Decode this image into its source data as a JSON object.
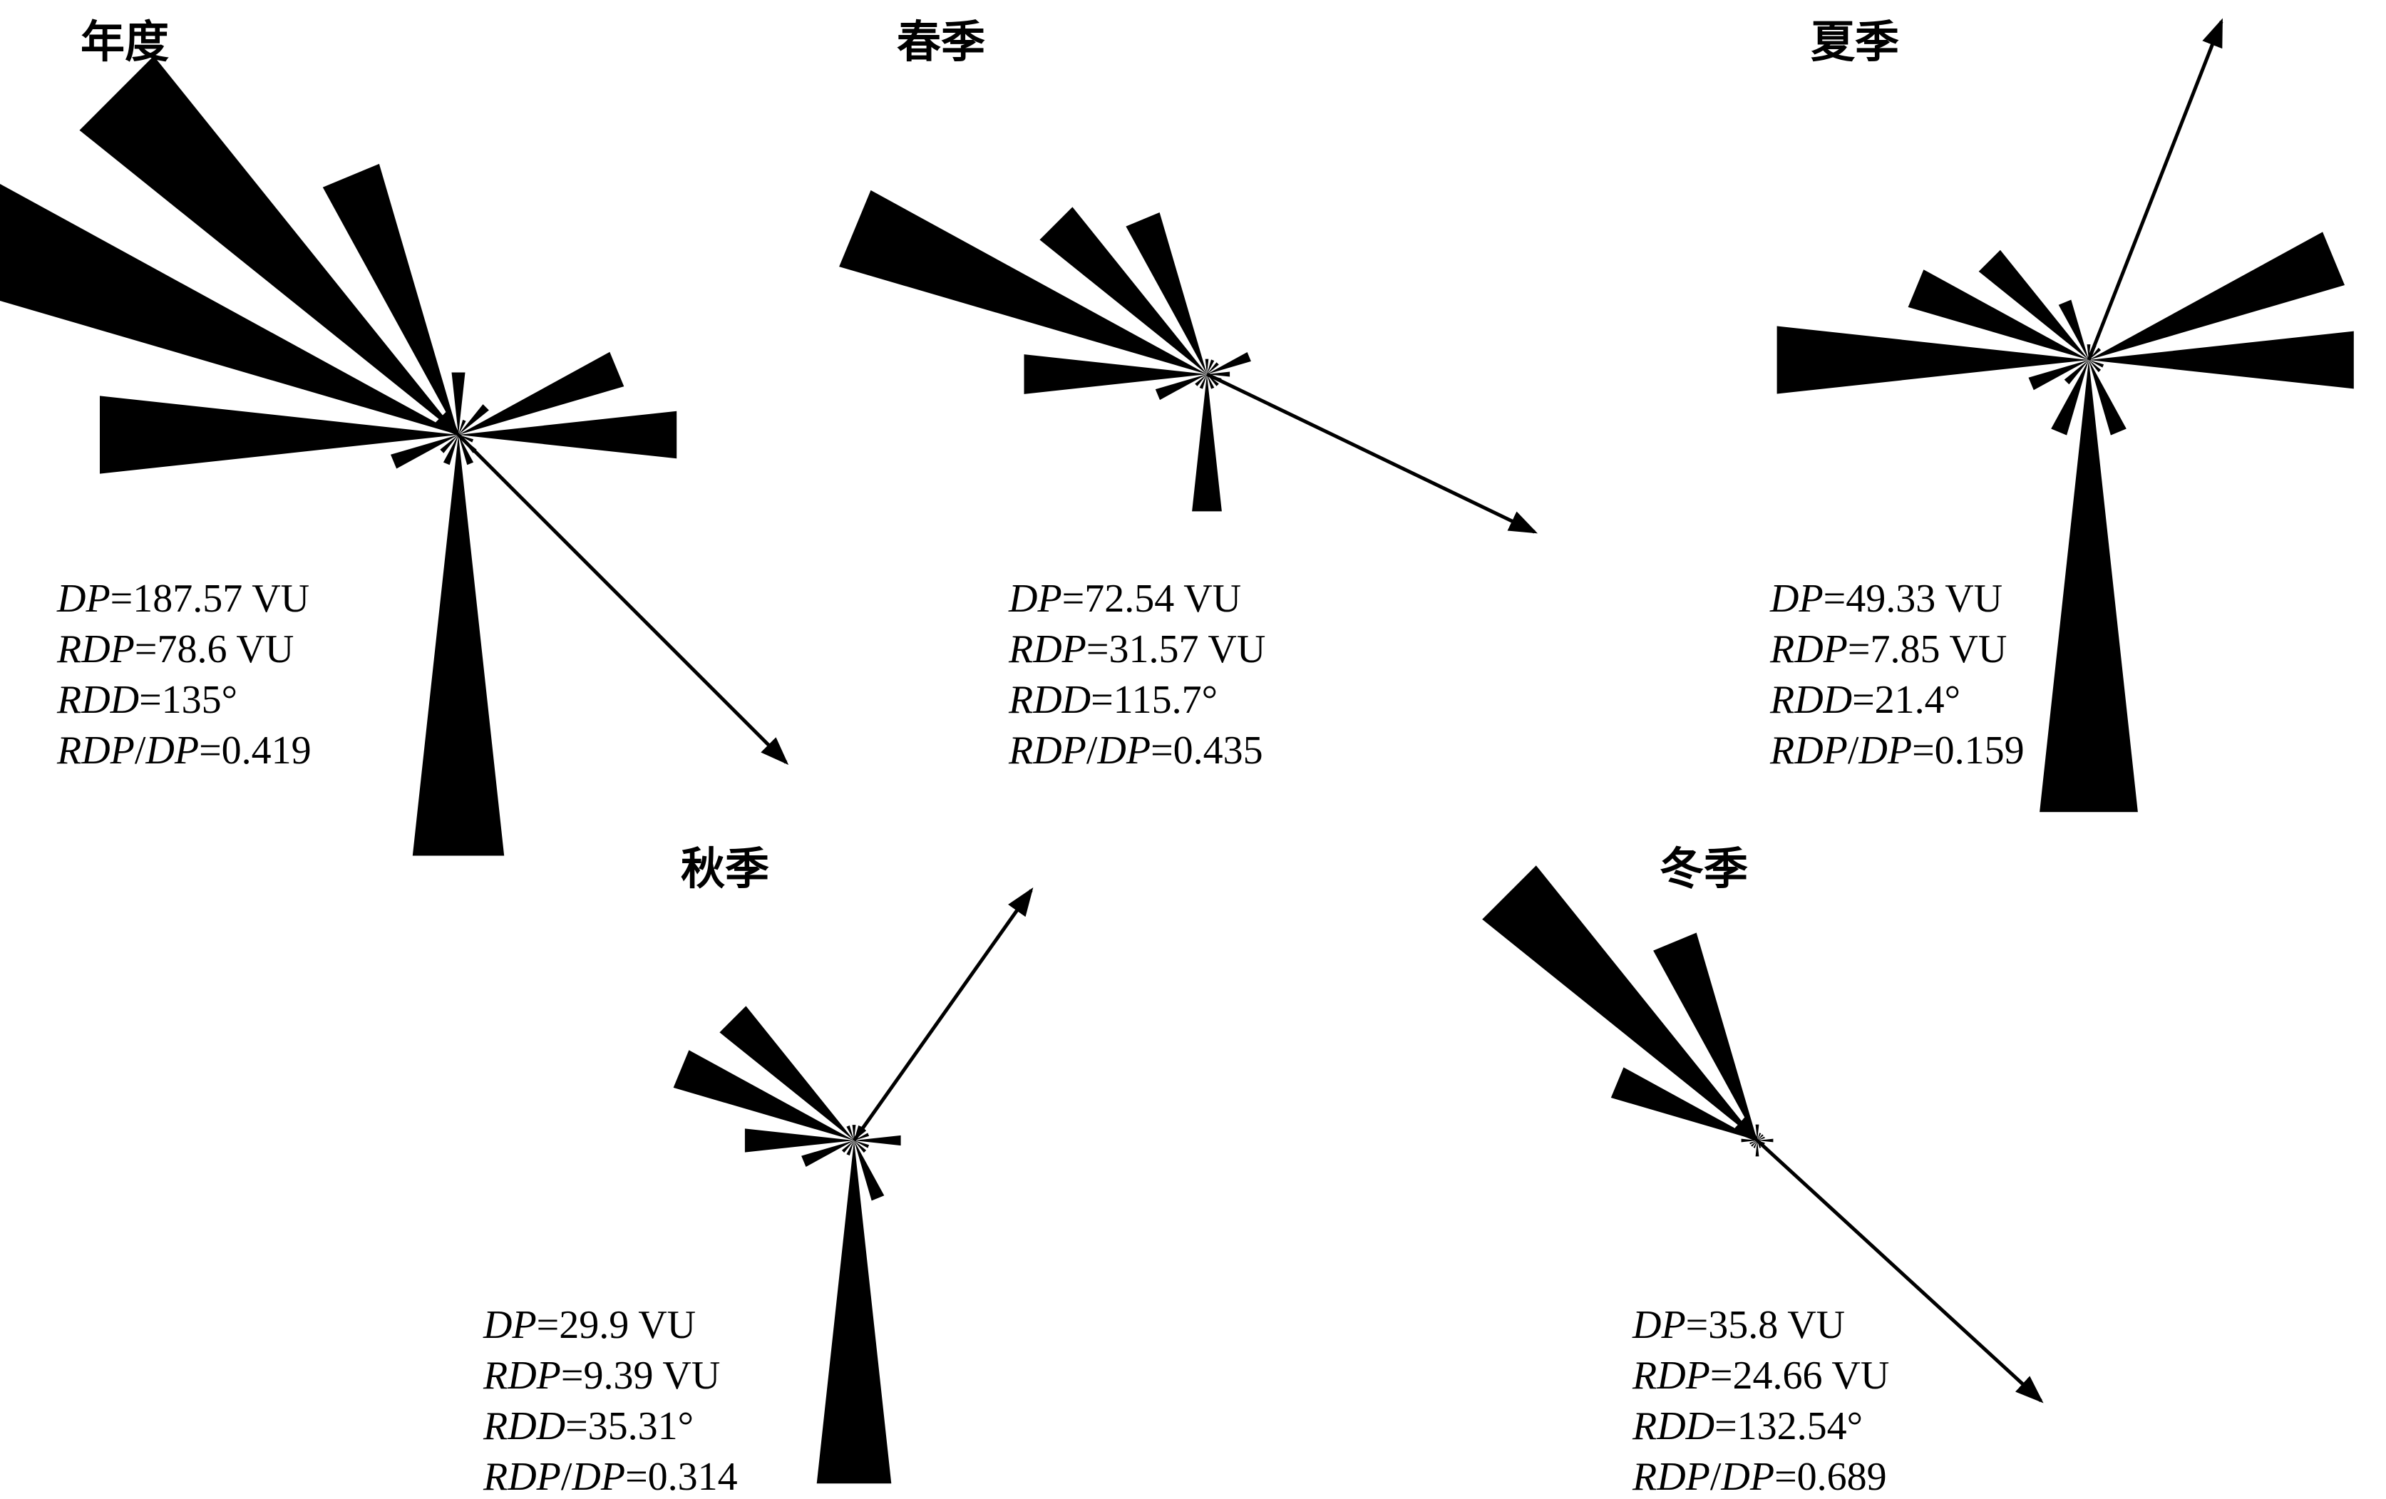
{
  "colors": {
    "petal": "#000000",
    "arrow": "#000000",
    "background": "#ffffff"
  },
  "stat_labels": {
    "dp": "DP",
    "rdp": "RDP",
    "rdd": "RDD",
    "ratio_num": "RDP",
    "ratio_sep": "/",
    "ratio_den": "DP"
  },
  "chart_data": [
    {
      "type": "rose",
      "title": "年度",
      "sectors_deg": [
        0,
        22.5,
        45,
        67.5,
        90,
        112.5,
        135,
        157.5,
        180,
        202.5,
        225,
        247.5,
        270,
        292.5,
        315,
        337.5
      ],
      "values": [
        4,
        1,
        2.5,
        11,
        14,
        1,
        1.5,
        2,
        27,
        2,
        1.5,
        4.5,
        23,
        34,
        31,
        18
      ],
      "arrow_direction_deg": 135,
      "stats": {
        "dp": "=187.57 VU",
        "rdp": "=78.6 VU",
        "rdd": "=135°",
        "ratio": "=0.419"
      }
    },
    {
      "type": "rose",
      "title": "春季",
      "sectors_deg": [
        0,
        22.5,
        45,
        67.5,
        90,
        112.5,
        135,
        157.5,
        180,
        202.5,
        225,
        247.5,
        270,
        292.5,
        315,
        337.5
      ],
      "values": [
        1,
        1,
        1,
        3,
        1.5,
        1,
        1,
        1,
        9,
        1,
        1,
        3.5,
        12,
        25,
        14,
        11
      ],
      "arrow_direction_deg": 115.7,
      "stats": {
        "dp": "=72.54 VU",
        "rdp": "=31.57 VU",
        "rdd": "=115.7°",
        "ratio": "=0.435"
      }
    },
    {
      "type": "rose",
      "title": "夏季",
      "sectors_deg": [
        0,
        22.5,
        45,
        67.5,
        90,
        112.5,
        135,
        157.5,
        180,
        202.5,
        225,
        247.5,
        270,
        292.5,
        315,
        337.5
      ],
      "values": [
        1,
        1,
        1,
        17,
        17,
        1,
        1,
        5,
        29,
        5,
        2,
        4,
        20,
        12,
        9,
        4
      ],
      "arrow_direction_deg": 21.4,
      "stats": {
        "dp": "=49.33 VU",
        "rdp": "=7.85 VU",
        "rdd": "=21.4°",
        "ratio": "=0.159"
      }
    },
    {
      "type": "rose",
      "title": "秋季",
      "sectors_deg": [
        0,
        22.5,
        45,
        67.5,
        90,
        112.5,
        135,
        157.5,
        180,
        202.5,
        225,
        247.5,
        270,
        292.5,
        315,
        337.5
      ],
      "values": [
        1,
        1,
        1,
        1,
        3,
        1,
        1,
        4,
        22,
        1,
        1,
        3.5,
        7,
        12,
        11,
        1
      ],
      "arrow_direction_deg": 35.31,
      "stats": {
        "dp": "=29.9 VU",
        "rdp": "=9.39 VU",
        "rdd": "=35.31°",
        "ratio": "=0.314"
      }
    },
    {
      "type": "rose",
      "title": "冬季",
      "sectors_deg": [
        0,
        22.5,
        45,
        67.5,
        90,
        112.5,
        135,
        157.5,
        180,
        202.5,
        225,
        247.5,
        270,
        292.5,
        315,
        337.5
      ],
      "values": [
        1,
        0.5,
        0.5,
        0.5,
        1,
        0.5,
        0.5,
        0.5,
        1,
        0.5,
        0.5,
        0.5,
        1,
        9.5,
        22,
        13.5
      ],
      "arrow_direction_deg": 132.54,
      "stats": {
        "dp": "=35.8 VU",
        "rdp": "=24.66 VU",
        "rdd": "=132.54°",
        "ratio": "=0.689"
      }
    }
  ]
}
